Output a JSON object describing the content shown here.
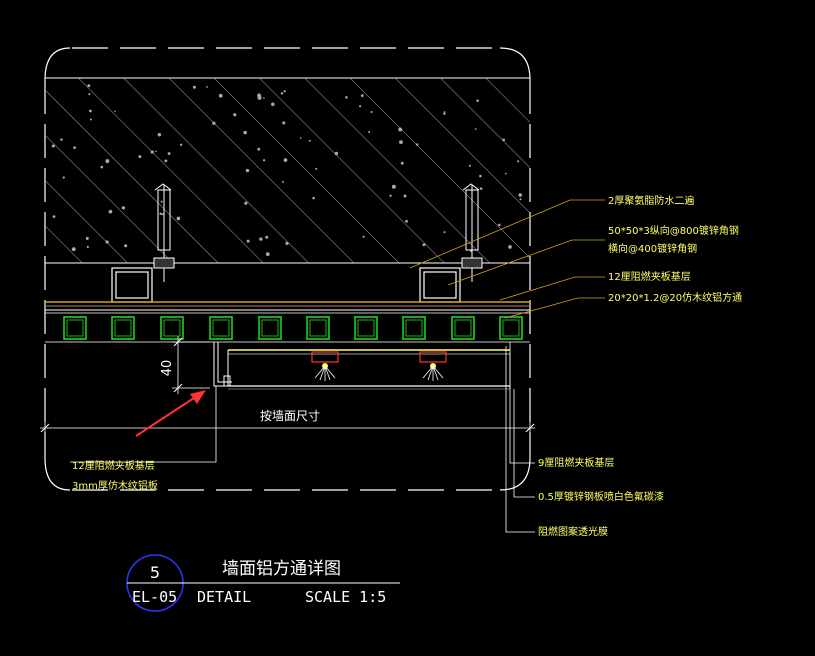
{
  "labels": {
    "waterproof": "2厚聚氨脂防水二遍",
    "steel_vertical": "50*50*3纵向@800镀锌角钢",
    "steel_horizontal": "横向@400镀锌角钢",
    "plywood_base": "12厘阻燃夹板基层",
    "aluminum_tube": "20*20*1.2@20仿木纹铝方通",
    "wall_dimension": "按墙面尺寸",
    "dimension_40": "40",
    "left_plywood": "12厘阻燃夹板基层",
    "left_aluminum": "3mm厚仿木纹铝板",
    "right_plywood": "9厘阻燃夹板基层",
    "right_steel_plate": "0.5厚镀锌钢板喷白色氟碳漆",
    "right_film": "阻燃图案透光膜"
  },
  "title_block": {
    "number": "5",
    "code": "EL-05",
    "detail": "DETAIL",
    "scale": "SCALE 1:5",
    "title": "墙面铝方通详图"
  },
  "colors": {
    "yellow": "#ffff66",
    "green": "#22dd22",
    "red": "#ff3333",
    "blue": "#3333ff",
    "orange": "#d4a020"
  }
}
